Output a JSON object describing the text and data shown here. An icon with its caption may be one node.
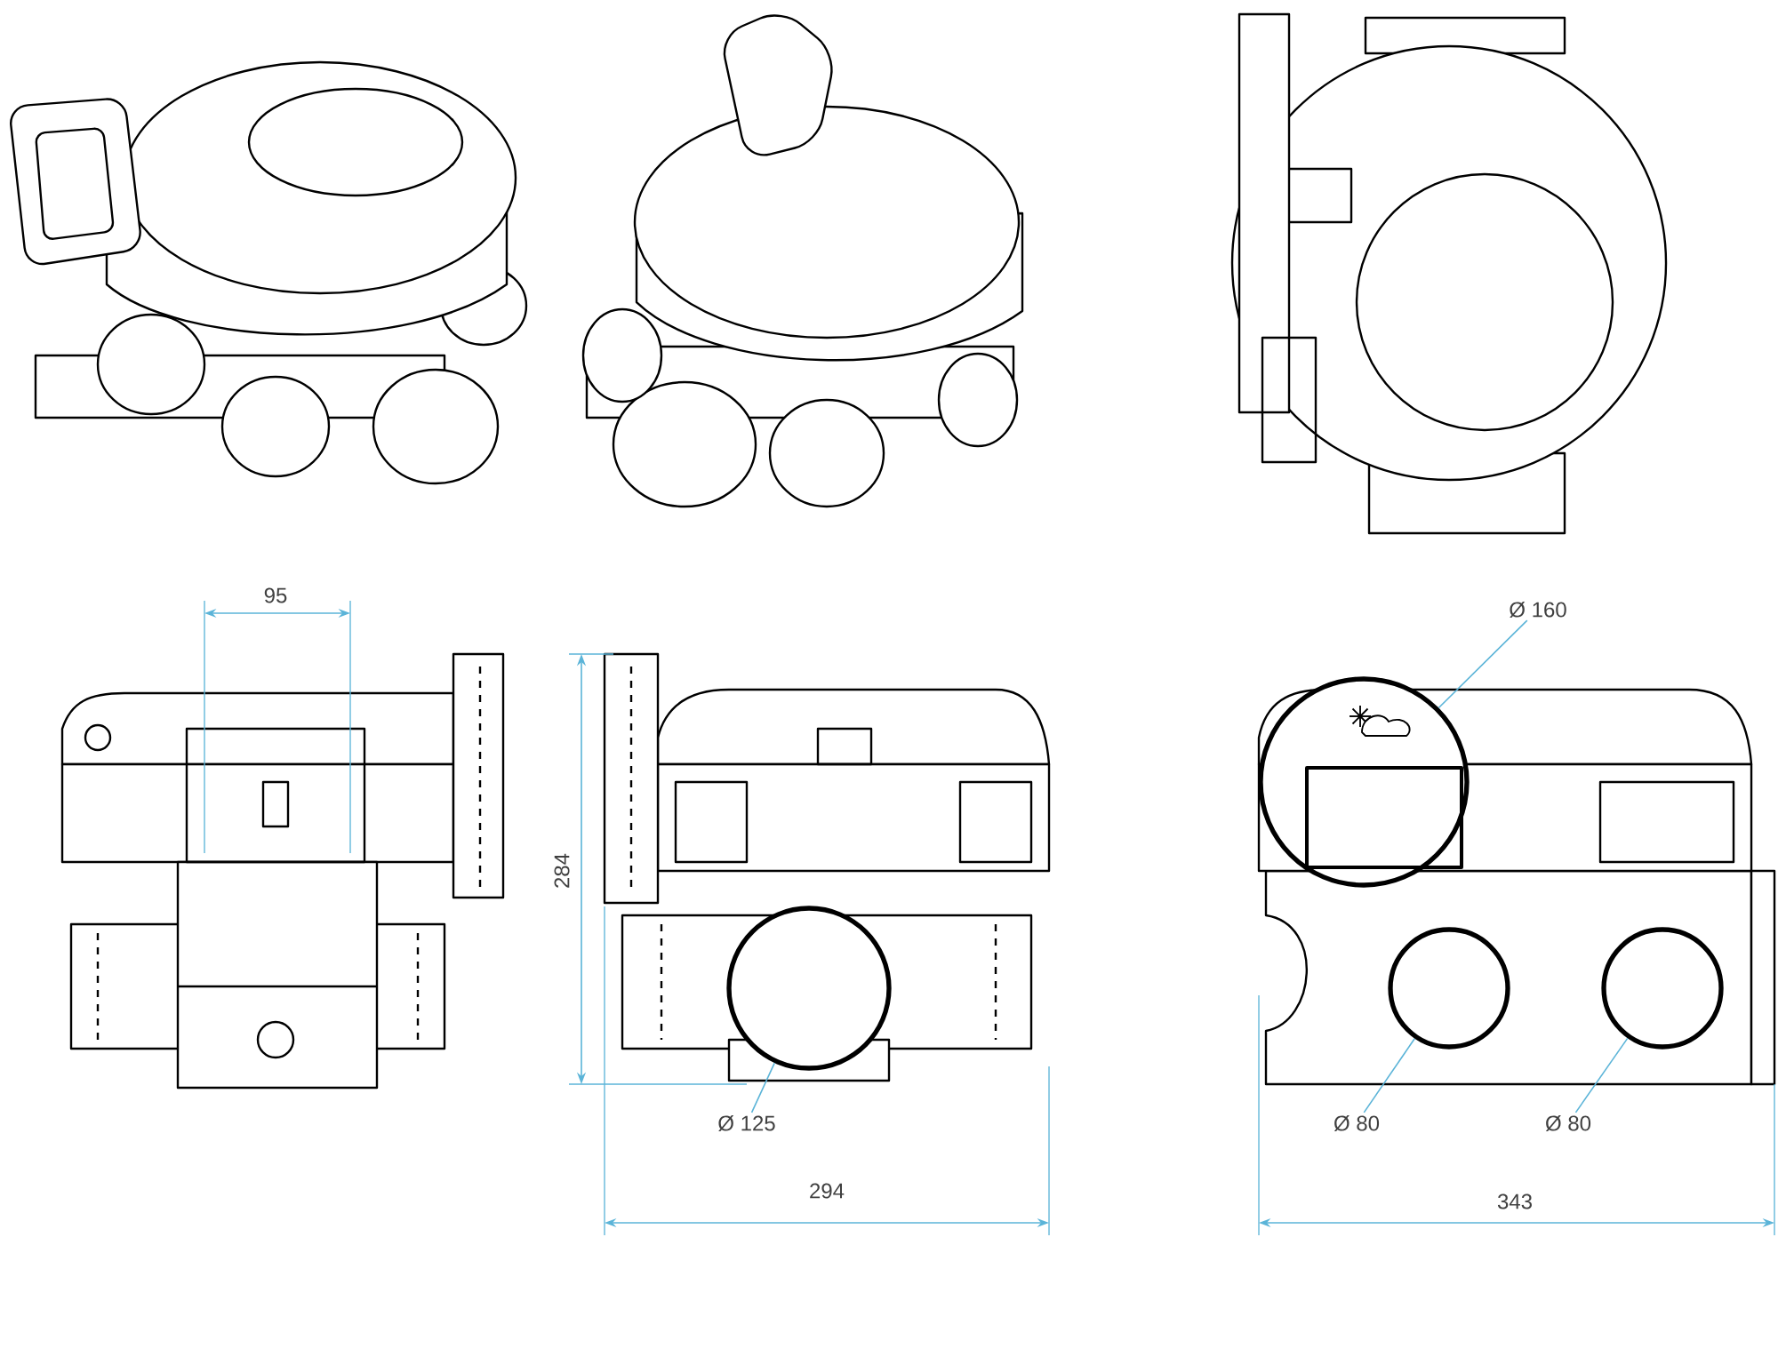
{
  "diagram": {
    "nodes": [
      {
        "text": [
          "Ø 160"
        ]
      },
      {
        "text": [],
        "shape": "circle"
      },
      {
        "text": [
          "Ø 125"
        ]
      },
      {
        "text": [],
        "shape": "circle"
      },
      {
        "text": [
          "Ø 80"
        ]
      },
      {
        "text": [],
        "shape": "circle"
      },
      {
        "text": [
          "Ø 80"
        ]
      },
      {
        "text": [],
        "shape": "circle"
      }
    ],
    "edges": [
      {
        "from": 0,
        "to": 1,
        "arrow": "none"
      },
      {
        "from": 2,
        "to": 3,
        "arrow": "none"
      },
      {
        "from": 4,
        "to": 5,
        "arrow": "none"
      },
      {
        "from": 6,
        "to": 7,
        "arrow": "none"
      }
    ],
    "labels": [
      "95",
      "284",
      "294",
      "343"
    ]
  }
}
